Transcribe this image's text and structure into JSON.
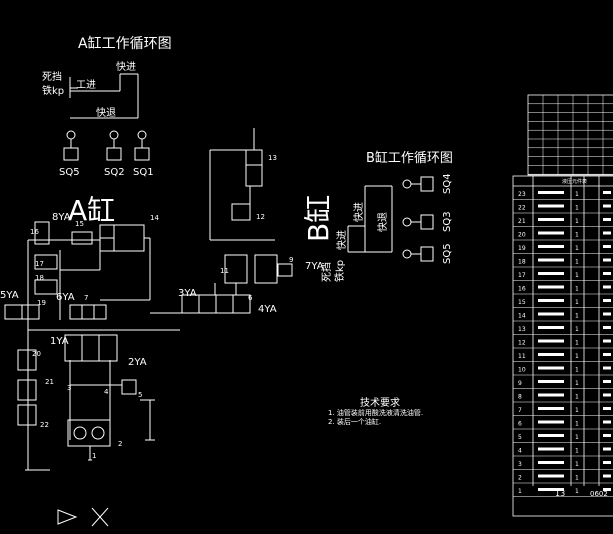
{
  "titles": {
    "a_cycle": "A缸工作循环图",
    "b_cycle": "B缸工作循环图",
    "a_big": "A缸",
    "b_big": "B缸",
    "tech_req": "技术要求",
    "tech_req_1": "1. 油管装前用酸洗液清洗油管.",
    "tech_req_2": "2. 装后一个油缸."
  },
  "cycle_a": {
    "dead_stop": "死挡铁kp",
    "work_feed": "工进",
    "fast_forward": "快进",
    "fast_back": "快退"
  },
  "cycle_b": {
    "dead_stop": "死挡铁kp",
    "fast_forward": "快进",
    "fast_back": "快退",
    "fast_in": "快进"
  },
  "switches_a": [
    "SQ5",
    "SQ2",
    "SQ1"
  ],
  "switches_b": [
    "SQ4",
    "SQ3",
    "SQ5"
  ],
  "solenoids": {
    "y1": "1YA",
    "y2": "2YA",
    "y3": "3YA",
    "y4": "4YA",
    "y5": "5YA",
    "y6": "6YA",
    "y7": "7YA",
    "y8": "8YA"
  },
  "components": {
    "c1": "1",
    "c2": "2",
    "c3": "3",
    "c4": "4",
    "c5": "5",
    "c6": "6",
    "c7": "7",
    "c9": "9",
    "c11": "11",
    "c12": "12",
    "c13": "13",
    "c14": "14",
    "c15": "15",
    "c16": "16",
    "c17": "17",
    "c18": "18",
    "c19": "19",
    "c20": "20",
    "c21": "21",
    "c22": "22"
  },
  "bom": {
    "header": "液压元件表",
    "rows": [
      "23",
      "22",
      "21",
      "20",
      "19",
      "18",
      "17",
      "16",
      "15",
      "14",
      "13",
      "12",
      "11",
      "10",
      "9",
      "8",
      "7",
      "6",
      "5",
      "4",
      "3",
      "2",
      "1"
    ],
    "qty": "1",
    "footer_num": "13",
    "footer_code": "0602"
  },
  "colors": {
    "line": "#ffffff",
    "background": "#000000",
    "grid": "#ffffff"
  }
}
